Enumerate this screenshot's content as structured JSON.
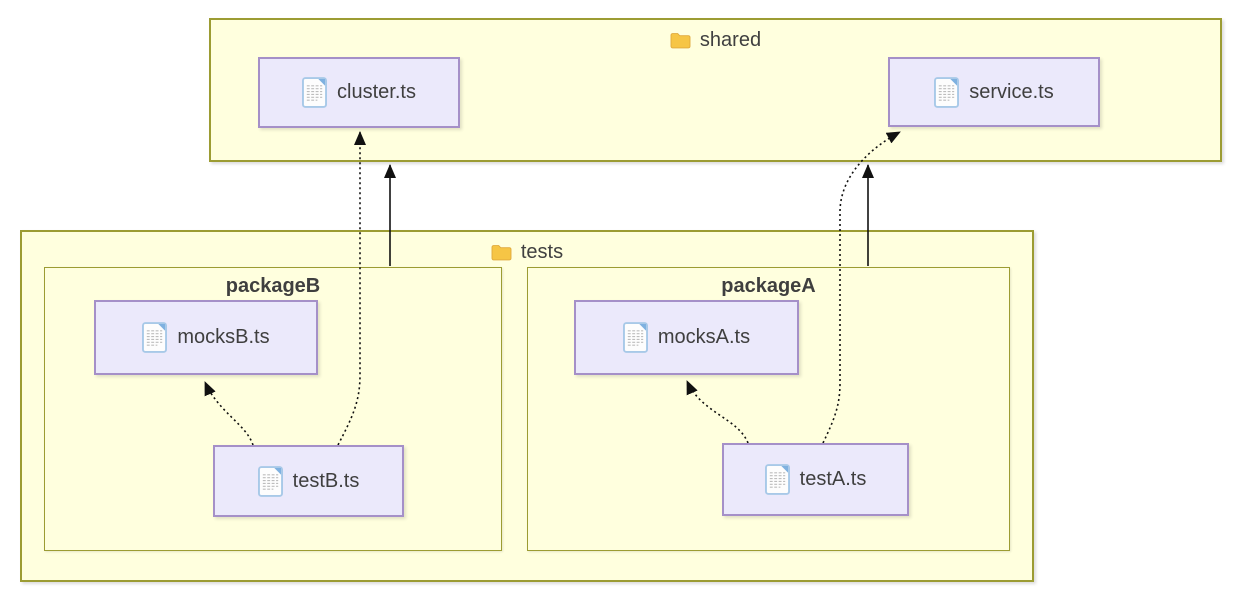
{
  "containers": {
    "shared": {
      "label": "shared",
      "icon": "folder-icon"
    },
    "tests": {
      "label": "tests",
      "icon": "folder-icon"
    },
    "packageB": {
      "label": "packageB"
    },
    "packageA": {
      "label": "packageA"
    }
  },
  "nodes": {
    "cluster": {
      "label": "cluster.ts",
      "icon": "file-icon"
    },
    "service": {
      "label": "service.ts",
      "icon": "file-icon"
    },
    "mocksB": {
      "label": "mocksB.ts",
      "icon": "file-icon"
    },
    "testB": {
      "label": "testB.ts",
      "icon": "file-icon"
    },
    "mocksA": {
      "label": "mocksA.ts",
      "icon": "file-icon"
    },
    "testA": {
      "label": "testA.ts",
      "icon": "file-icon"
    }
  },
  "edges": [
    {
      "from": "testB.ts",
      "to": "mocksB.ts",
      "style": "dashed"
    },
    {
      "from": "testB.ts",
      "to": "cluster.ts",
      "style": "dashed"
    },
    {
      "from": "packageB",
      "to": "shared",
      "style": "solid"
    },
    {
      "from": "testA.ts",
      "to": "mocksA.ts",
      "style": "dashed"
    },
    {
      "from": "testA.ts",
      "to": "service.ts",
      "style": "dashed"
    },
    {
      "from": "packageA",
      "to": "shared",
      "style": "solid"
    }
  ],
  "colors": {
    "container_fill": "#FFFFDE",
    "container_border": "#9C9C33",
    "node_fill": "#EBE9FB",
    "node_border": "#A590C8",
    "folder_icon": "#F6C545",
    "file_icon_border": "#A8C9E8",
    "arrow": "#111111",
    "label_text": "#3F3F3F"
  }
}
